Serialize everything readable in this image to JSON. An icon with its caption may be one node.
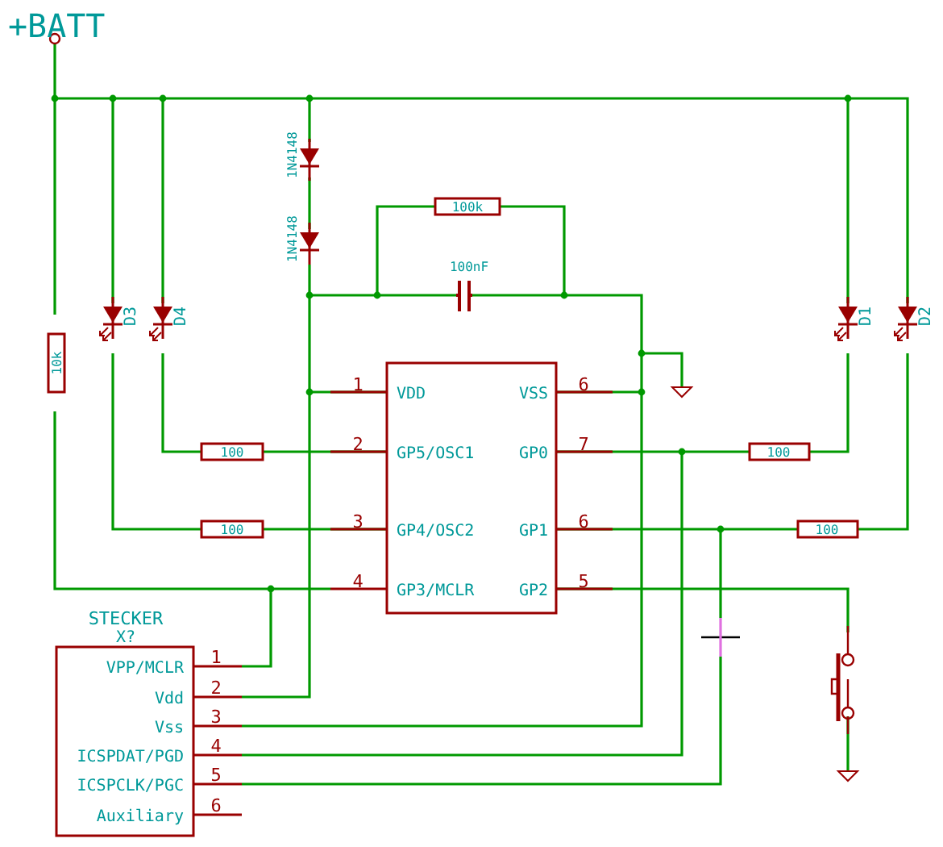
{
  "diagram": {
    "labels": [
      "+BATT",
      "1N4148",
      "1N4148",
      "100k",
      "100nF",
      "D3",
      "D4",
      "D1",
      "D2",
      "10k",
      "1",
      "VDD",
      "VSS",
      "6",
      "2",
      "GP5/OSC1",
      "GP0",
      "7",
      "100",
      "100",
      "3",
      "GP4/OSC2",
      "GP1",
      "6",
      "100",
      "100",
      "4",
      "GP3/MCLR",
      "GP2",
      "5",
      "STECKER",
      "X?",
      "VPP/MCLR",
      "1",
      "Vdd",
      "2",
      "Vss",
      "3",
      "ICSPDAT/PGD",
      "4",
      "ICSPCLK/PGC",
      "5",
      "Auxiliary",
      "6"
    ]
  }
}
